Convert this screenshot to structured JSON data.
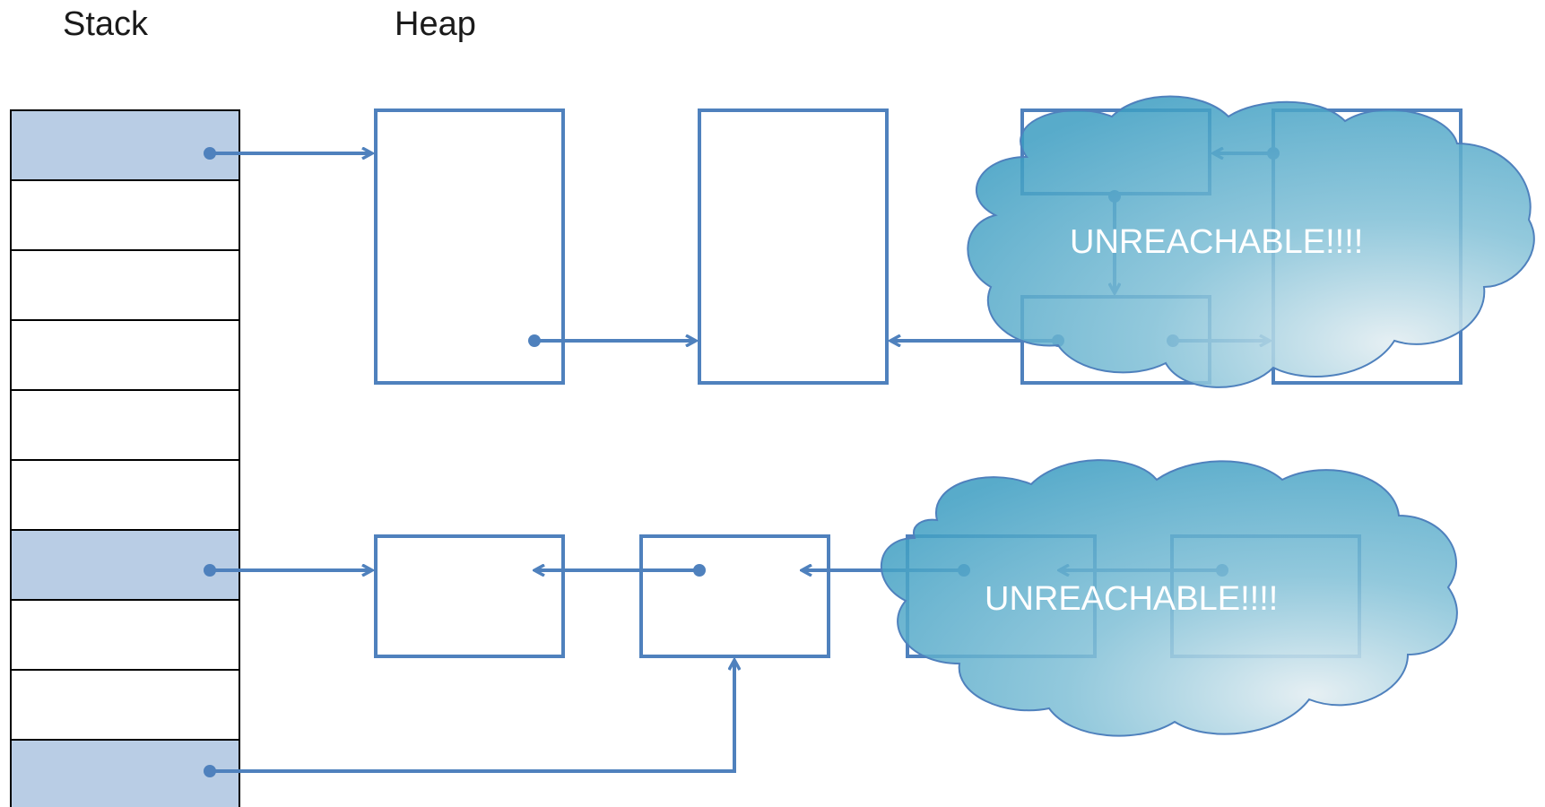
{
  "headers": {
    "stack": "Stack",
    "heap": "Heap"
  },
  "clouds": {
    "top": "UNREACHABLE!!!!",
    "bottom": "UNREACHABLE!!!!"
  },
  "colors": {
    "box_stroke": "#4f81bd",
    "stack_fill_highlight": "#b9cde5",
    "cloud_dark": "#3e9cc0",
    "cloud_light": "#dce9ef",
    "cloud_stroke": "#4f81bd",
    "label": "#ffffff"
  }
}
